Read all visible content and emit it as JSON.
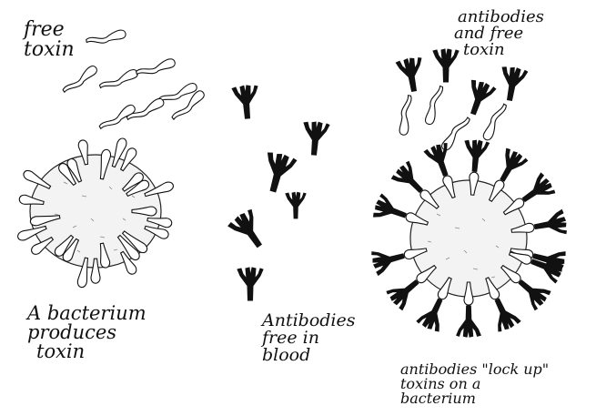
{
  "labels": {
    "free_toxin": [
      "free",
      "toxin"
    ],
    "bacterium": [
      "A bacterium",
      "produces",
      "toxin"
    ],
    "antibodies_free": [
      "Antibodies",
      "free in",
      "blood"
    ],
    "antibodies_and_toxin": [
      "antibodies",
      "and free",
      "toxin"
    ],
    "lock_up": [
      "antibodies \"lock up\"",
      "toxins on a",
      "bacterium"
    ]
  },
  "colors": {
    "ink": "#111111",
    "paper": "#ffffff",
    "bacterium_fill": "#f2f2f2"
  }
}
